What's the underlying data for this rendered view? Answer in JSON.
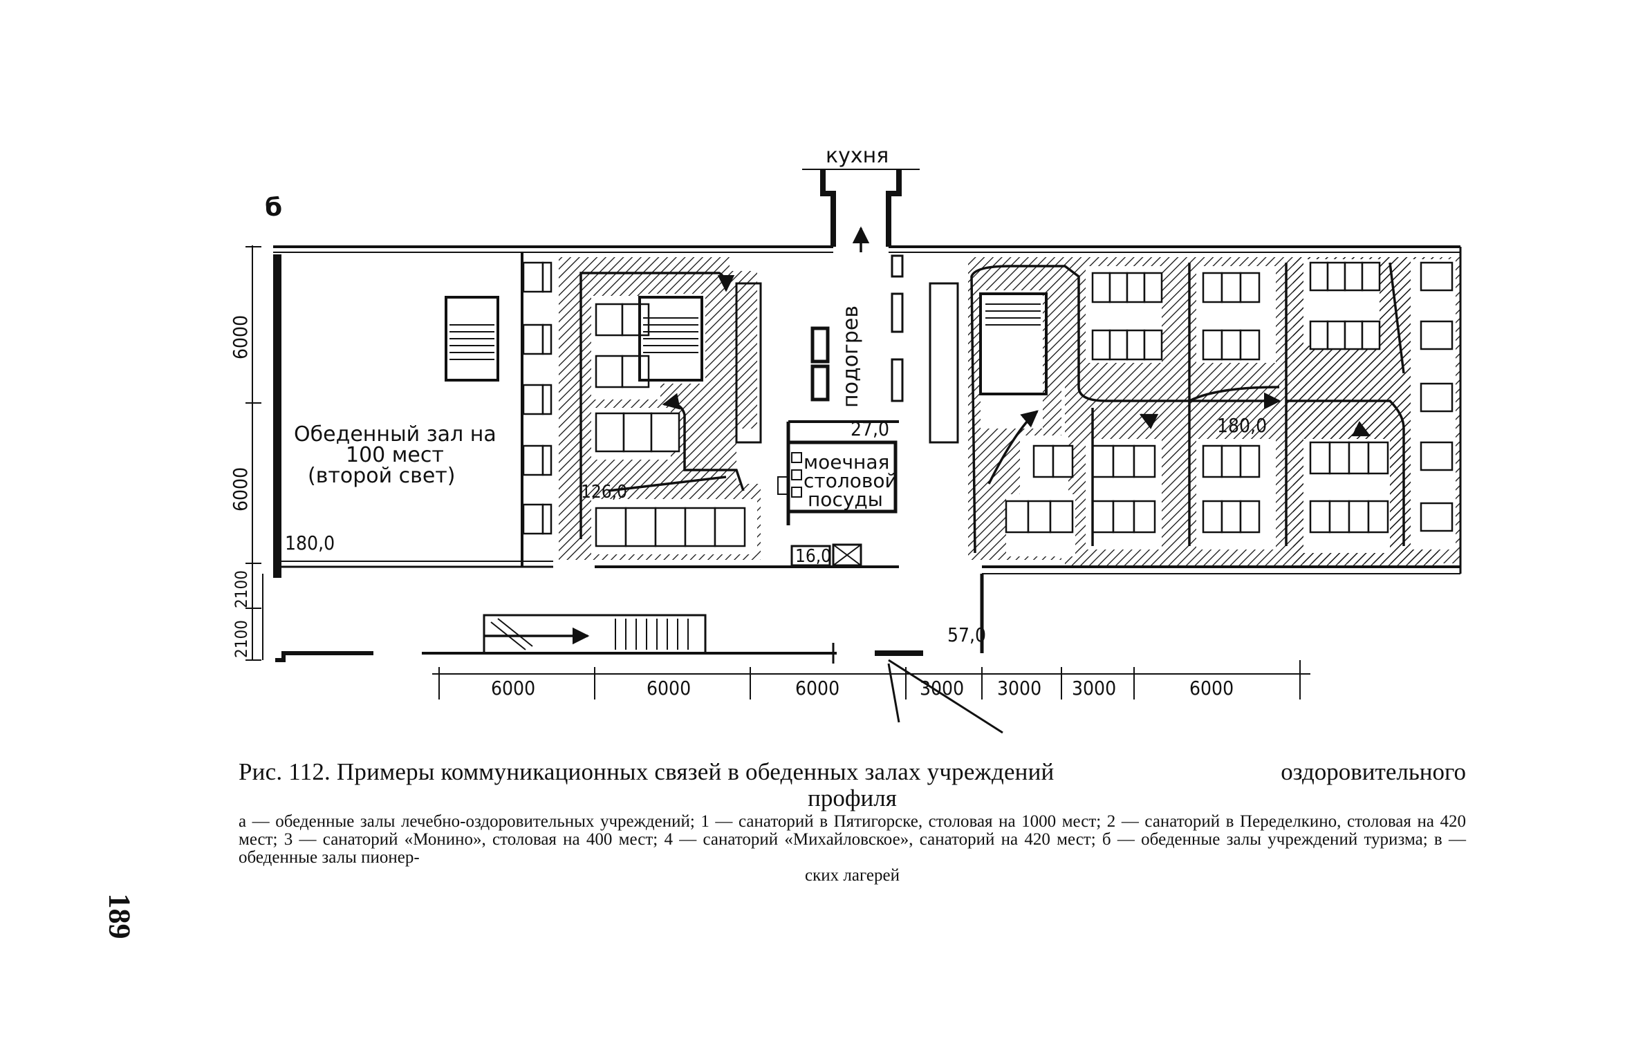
{
  "panel_label": "б",
  "labels": {
    "kitchen": "кухня",
    "hall_line1": "Обеденный зал на",
    "hall_line2": "100  мест",
    "hall_line3": "(второй свет)",
    "heating": "подогрев",
    "wash_line1": "моечная",
    "wash_line2": "столовой",
    "wash_line3": "посуды"
  },
  "elevations": {
    "hall": "180,0",
    "e126": "126,0",
    "e27": "27,0",
    "e16": "16,0",
    "e180_right": "180,0",
    "e57": "57,0"
  },
  "dimensions": {
    "left_upper": "6000",
    "left_lower": "6000",
    "left_small1": "2100",
    "left_small2": "2100",
    "bottom": [
      "6000",
      "6000",
      "6000",
      "3000",
      "3000",
      "3000",
      "6000"
    ]
  },
  "caption": {
    "title_main": "Рис. 112. Примеры коммуникационных  связей в обеденных залах учреждений",
    "title_tail": "оздоровительного",
    "title_line2": "профиля",
    "legend_main": "а — обеденные залы лечебно-оздоровительных учреждений; 1 — санаторий в Пятигорске, столовая на 1000 мест; 2 — санаторий в Переделкино, столовая на 420 мест; 3 — санаторий «Монино», столовая на 400 мест; 4 — санаторий «Михайловское», санаторий на 420 мест; б — обеденные залы учреждений туризма; в — обеденные залы пионер-",
    "legend_last": "ских лагерей"
  },
  "page_number": "189"
}
